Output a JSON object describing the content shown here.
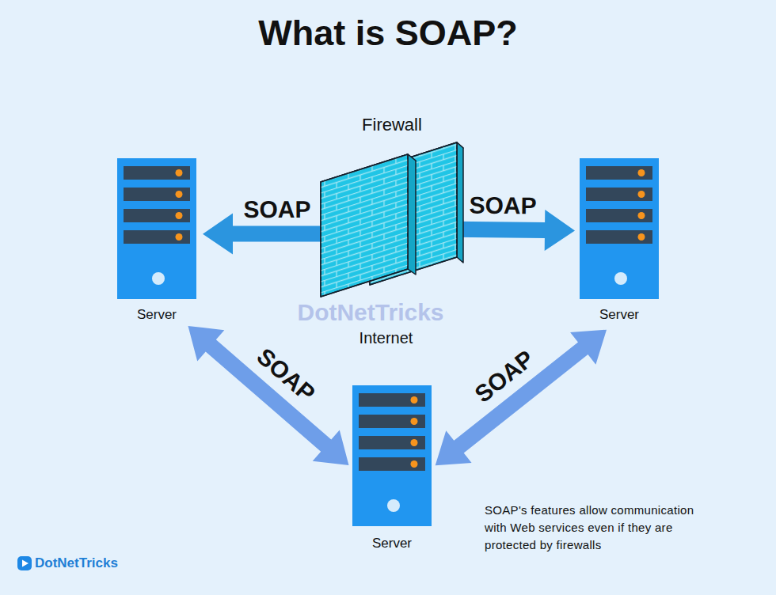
{
  "diagram": {
    "title": "What is SOAP?",
    "caption": "SOAP's features allow communication with Web services even if they are protected by firewalls",
    "nodes": [
      {
        "text": [
          "Firewall"
        ]
      },
      {
        "text": [
          "Server"
        ]
      },
      {
        "text": [
          "Server"
        ]
      },
      {
        "text": [
          "Server"
        ]
      }
    ],
    "edges": [
      {
        "from": 0,
        "to": 1,
        "arrow": "to",
        "label": "SOAP"
      },
      {
        "from": 0,
        "to": 2,
        "arrow": "to",
        "label": "SOAP"
      },
      {
        "from": 1,
        "to": 3,
        "arrow": "both",
        "label": "SOAP"
      },
      {
        "from": 3,
        "to": 2,
        "arrow": "both",
        "label": "SOAP"
      }
    ],
    "labels": [
      "DotNetTricks",
      "Internet",
      "DotNetTricks"
    ]
  }
}
